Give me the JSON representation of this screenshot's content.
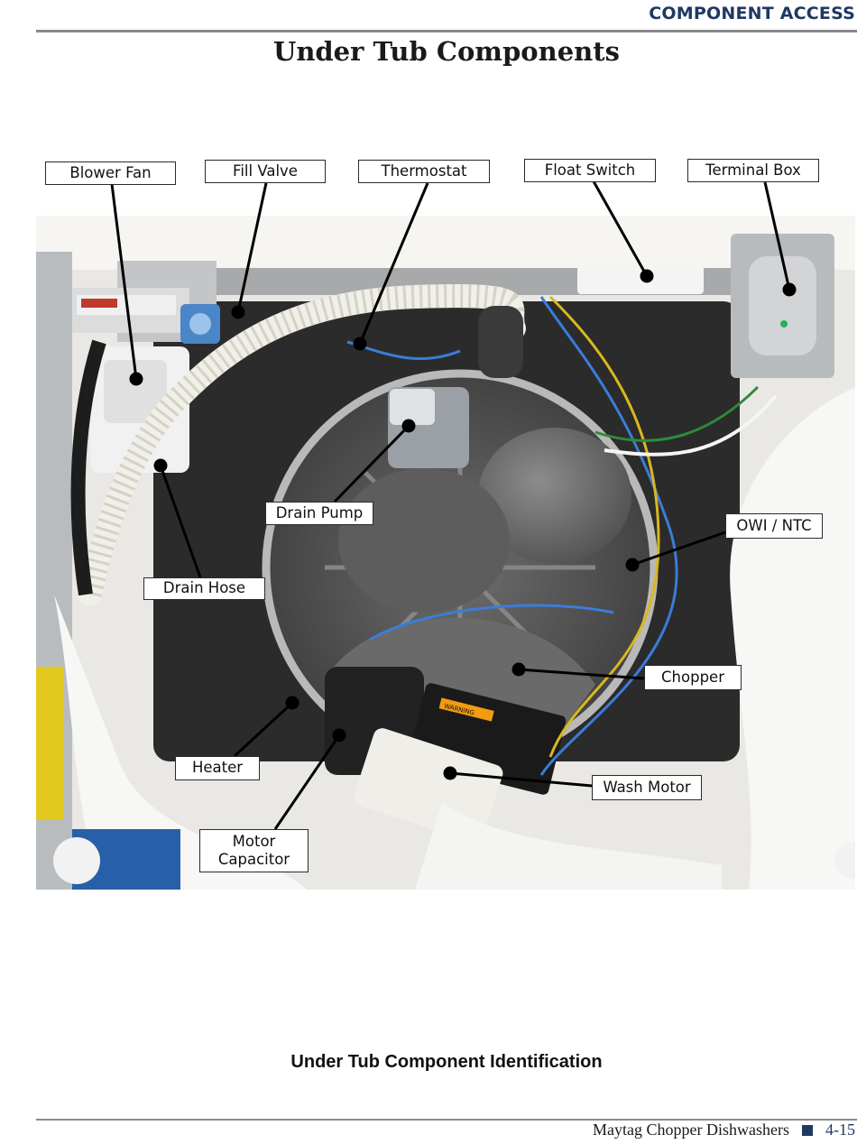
{
  "header": {
    "section": "COMPONENT ACCESS"
  },
  "page": {
    "title": "Under Tub Components"
  },
  "figure": {
    "caption": "Under Tub Component Identification",
    "callouts": {
      "blower_fan": "Blower Fan",
      "fill_valve": "Fill Valve",
      "thermostat": "Thermostat",
      "float_switch": "Float Switch",
      "terminal_box": "Terminal Box",
      "drain_pump": "Drain Pump",
      "owi_ntc": "OWI / NTC",
      "drain_hose": "Drain Hose",
      "chopper": "Chopper",
      "heater": "Heater",
      "wash_motor": "Wash Motor",
      "motor_capacitor": "Motor\nCapacitor"
    },
    "warning_label": "WARNING"
  },
  "footer": {
    "publication": "Maytag Chopper Dishwashers",
    "page_number": "4-15"
  }
}
